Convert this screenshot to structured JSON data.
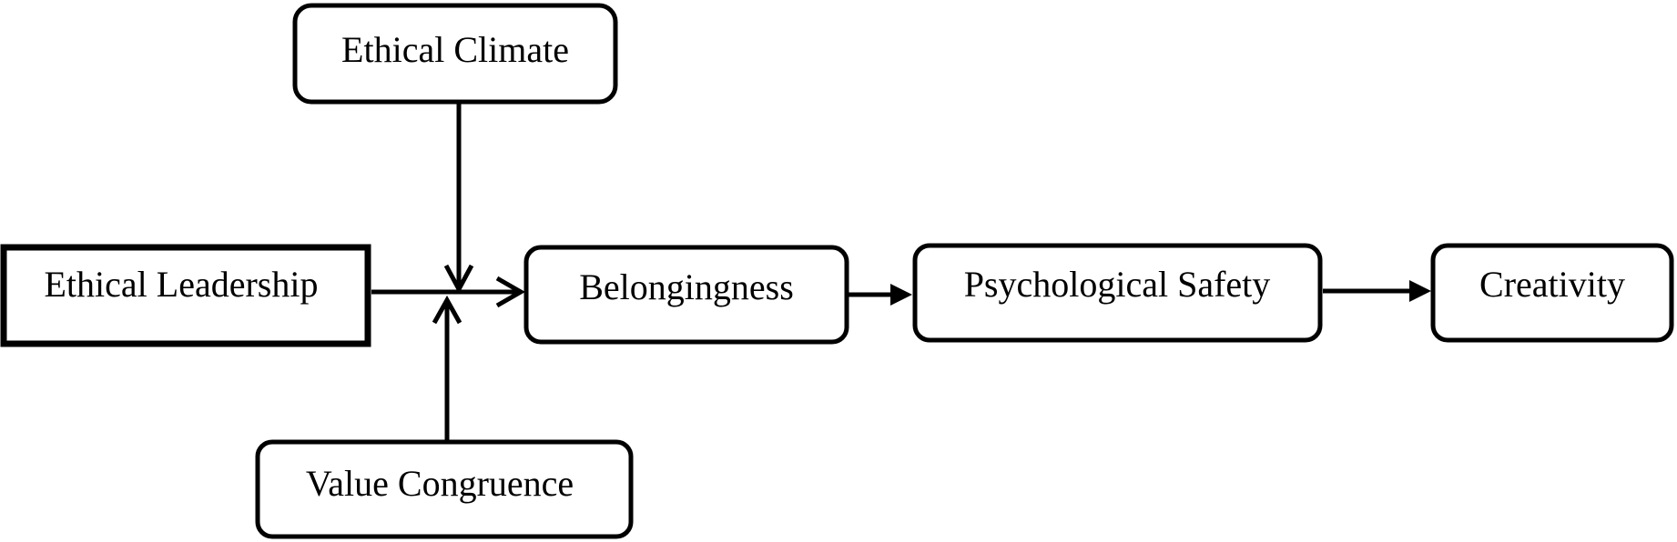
{
  "nodes": {
    "ethical_climate": "Ethical Climate",
    "ethical_leadership": "Ethical Leadership",
    "belongingness": "Belongingness",
    "psychological_safety": "Psychological Safety",
    "creativity": "Creativity",
    "value_congruence": "Value Congruence"
  },
  "colors": {
    "stroke": "#000000",
    "background": "#ffffff"
  }
}
